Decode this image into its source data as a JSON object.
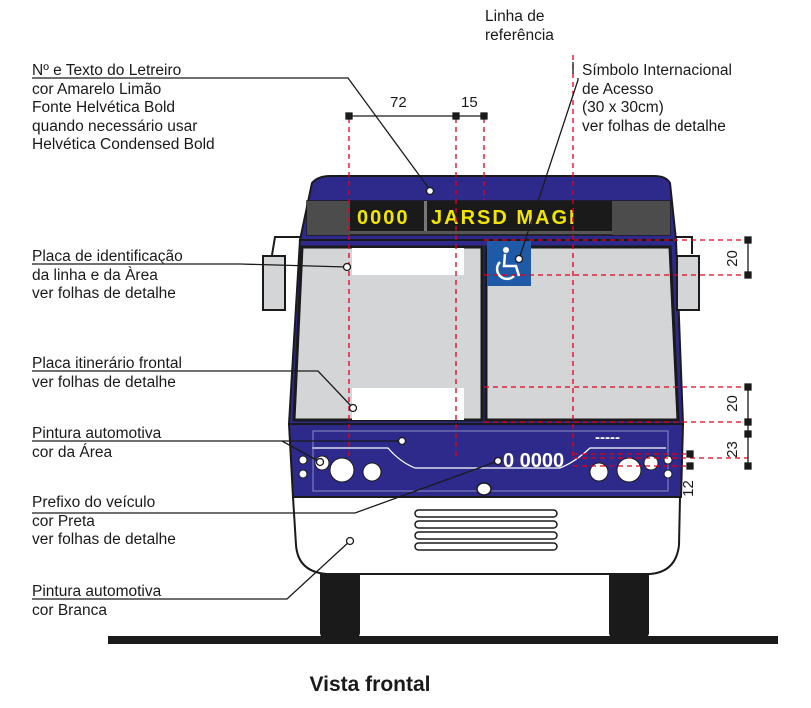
{
  "sign": {
    "number": "0000",
    "text": "JARSD MAGI"
  },
  "prefix": "0 0000",
  "rear_strip": "-----",
  "dimensions": {
    "d72": "72",
    "d15": "15",
    "d20a": "20",
    "d20b": "20",
    "d23": "23",
    "d12": "12"
  },
  "labels": {
    "reference_line": [
      "Linha de",
      "referência"
    ],
    "access_symbol": [
      "Símbolo Internacional",
      "de Acesso",
      "(30 x 30cm)",
      "ver folhas de detalhe"
    ],
    "sign_text": [
      "Nº e Texto do Letreiro",
      "cor Amarelo Limão",
      "Fonte Helvética Bold",
      "quando necessário usar",
      "Helvética Condensed Bold"
    ],
    "id_plate": [
      "Placa de identificação",
      "da linha e da Àrea",
      "ver folhas de detalhe"
    ],
    "itinerary_plate": [
      "Placa itinerário frontal",
      "ver folhas de detalhe"
    ],
    "area_paint": [
      "Pintura automotiva",
      "cor da Área"
    ],
    "vehicle_prefix": [
      "Prefixo do veículo",
      "cor Preta",
      "ver folhas de detalhe"
    ],
    "white_paint": [
      "Pintura automotiva",
      "cor Branca"
    ]
  },
  "title": "Vista frontal",
  "colors": {
    "area_blue": "#2e2a8c",
    "sign_yellow": "#f2e600",
    "glass": "#d4d5d7",
    "dim_red": "#e2001a",
    "access_blue": "#1f5aa8"
  }
}
